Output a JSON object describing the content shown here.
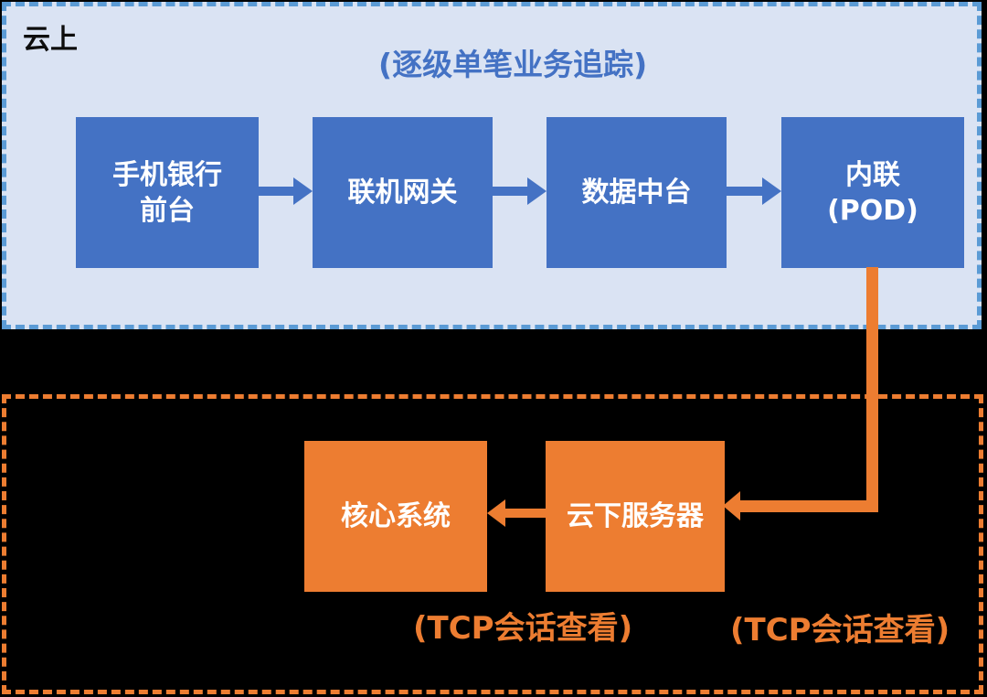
{
  "colors": {
    "background": "#000000",
    "cloud_zone_fill": "#DAE3F3",
    "cloud_zone_border": "#5B9BD5",
    "cloud_node_fill": "#4472C4",
    "onprem_accent": "#ED7D31",
    "node_text": "#FFFFFF"
  },
  "cloud_zone": {
    "label": "云上",
    "title": "(逐级单笔业务追踪)",
    "nodes": [
      {
        "label": "手机银行\n前台"
      },
      {
        "label": "联机网关"
      },
      {
        "label": "数据中台"
      },
      {
        "label": "内联\n(POD)"
      }
    ]
  },
  "onprem_zone": {
    "nodes": [
      {
        "label": "核心系统"
      },
      {
        "label": "云下服务器"
      }
    ],
    "tcp_label_left": "(TCP会话查看)",
    "tcp_label_right": "(TCP会话查看)"
  }
}
